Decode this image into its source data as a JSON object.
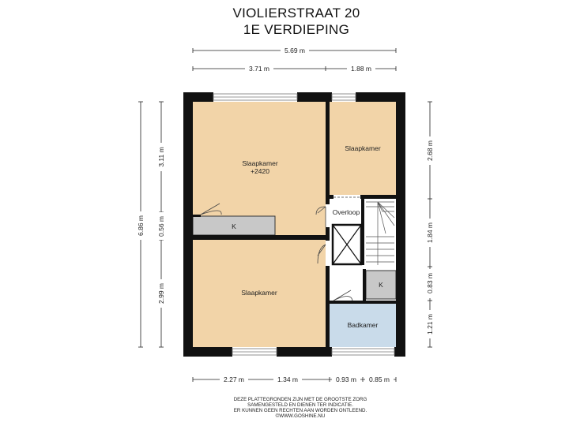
{
  "title": {
    "line1": "VIOLIERSTRAAT 20",
    "line2": "1E VERDIEPING"
  },
  "rooms": {
    "bedroom_main": {
      "name": "Slaapkamer",
      "sub": "+2420"
    },
    "bedroom_right": {
      "name": "Slaapkamer"
    },
    "bedroom_bottom": {
      "name": "Slaapkamer"
    },
    "landing": {
      "name": "Overloop"
    },
    "closet_left": {
      "name": "K"
    },
    "closet_right": {
      "name": "K"
    },
    "bathroom": {
      "name": "Badkamer"
    }
  },
  "dimensions": {
    "top_total": "5.69 m",
    "top_left": "3.71 m",
    "top_right": "1.88 m",
    "bottom_1": "2.27 m",
    "bottom_2": "1.34 m",
    "bottom_3": "0.93 m",
    "bottom_4": "0.85 m",
    "left_total": "6.86 m",
    "left_1": "3.11 m",
    "left_2": "0.56 m",
    "left_3": "2.99 m",
    "right_1": "2.68 m",
    "right_2": "1.84 m",
    "right_3": "0.83 m",
    "right_4": "1.21 m"
  },
  "disclaimer": [
    "DEZE PLATTEGRONDEN ZIJN MET DE GROOTSTE ZORG",
    "SAMENGESTELD EN DIENEN TER INDICATIE.",
    "ER KUNNEN GEEN RECHTEN AAN WORDEN ONTLEEND.",
    "©WWW.GOSHINE.NU"
  ],
  "colors": {
    "floor": "#f2d4a8",
    "wall": "#111111",
    "closet": "#c8c8c8",
    "bathroom": "#c9dbea",
    "landing": "#ffffff"
  }
}
